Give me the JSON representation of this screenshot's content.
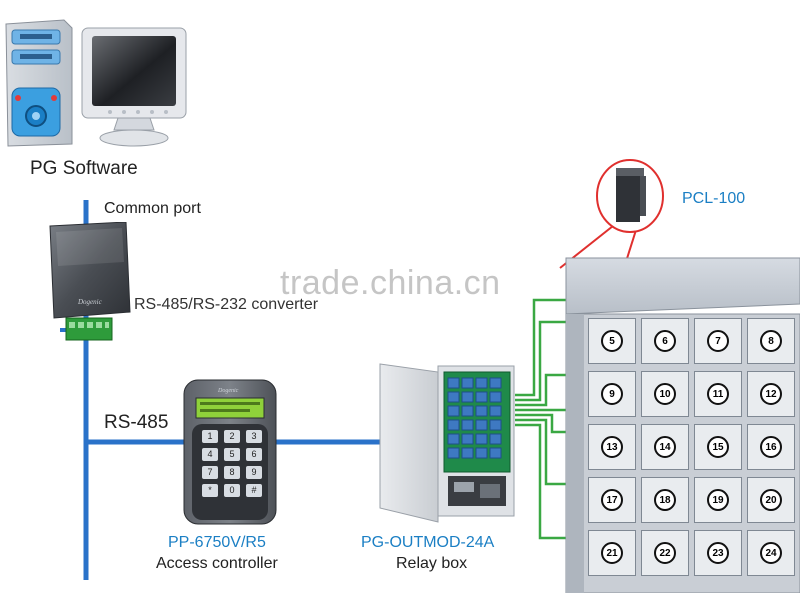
{
  "labels": {
    "software": "PG Software",
    "common_port": "Common port",
    "converter": "RS-485/RS-232 converter",
    "rs485": "RS-485",
    "controller_model": "PP-6750V/R5",
    "controller_name": "Access controller",
    "relay_model": "PG-OUTMOD-24A",
    "relay_name": "Relay box",
    "lock_model": "PCL-100",
    "watermark": "trade.china.cn"
  },
  "lockers": [
    "5",
    "6",
    "7",
    "8",
    "9",
    "10",
    "11",
    "12",
    "13",
    "14",
    "15",
    "16",
    "17",
    "18",
    "19",
    "20",
    "21",
    "22",
    "23",
    "24"
  ],
  "keypad": [
    "1",
    "2",
    "3",
    "4",
    "5",
    "6",
    "7",
    "8",
    "9",
    "*",
    "0",
    "#"
  ],
  "colors": {
    "bus": "#2a72c9",
    "relay_wire": "#3aa843",
    "callout": "#e0302e",
    "label_blue": "#1b7fc4"
  }
}
